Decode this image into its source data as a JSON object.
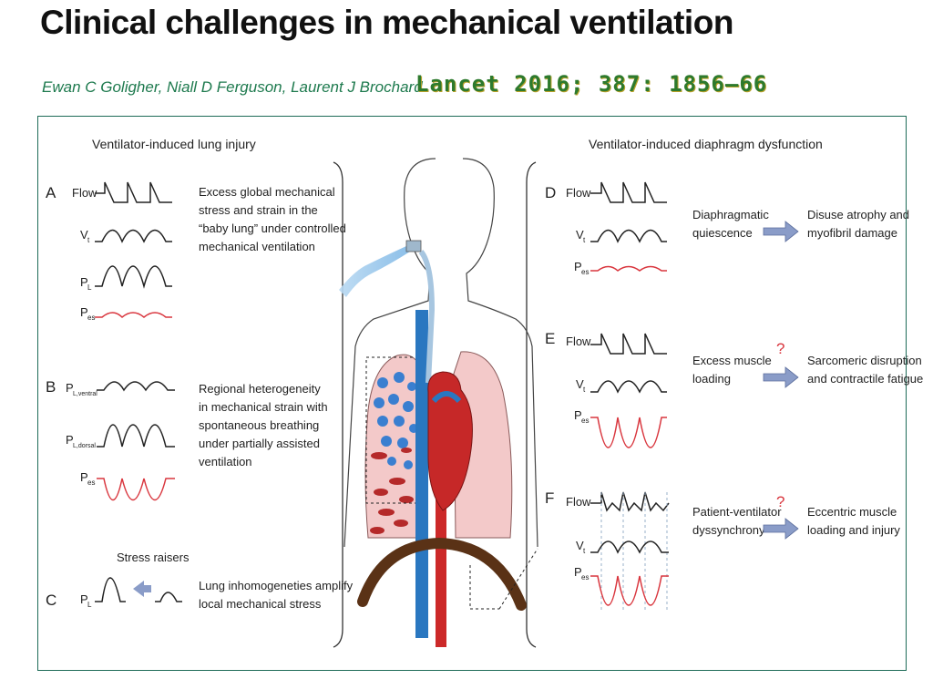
{
  "slide": {
    "title": "Clinical challenges in mechanical ventilation",
    "authors": "Ewan C Goligher, Niall D Ferguson, Laurent J Brochard",
    "citation": "Lancet 2016; 387: 1856–66"
  },
  "left": {
    "heading": "Ventilator-induced lung injury",
    "A": {
      "letter": "A",
      "labels": [
        "Flow",
        "V",
        "t",
        "P",
        "L",
        "P",
        "es"
      ],
      "text": [
        "Excess global mechanical",
        "stress and strain in the",
        "“baby lung” under controlled",
        "mechanical ventilation"
      ]
    },
    "B": {
      "letter": "B",
      "labels": [
        "P",
        "L,ventral",
        "P",
        "L,dorsal",
        "P",
        "es"
      ],
      "text": [
        "Regional heterogeneity",
        "in mechanical strain with",
        "spontaneous breathing",
        "under partially assisted",
        "ventilation"
      ]
    },
    "C": {
      "letter": "C",
      "stress_label": "Stress raisers",
      "labels": [
        "P",
        "L"
      ],
      "text": [
        "Lung inhomogeneties amplify",
        "local mechanical stress"
      ]
    }
  },
  "right": {
    "heading": "Ventilator-induced diaphragm dysfunction",
    "D": {
      "letter": "D",
      "labels": [
        "Flow",
        "V",
        "t",
        "P",
        "es"
      ],
      "cause": [
        "Diaphragmatic",
        "quiescence"
      ],
      "effect": [
        "Disuse atrophy and",
        "myofibril damage"
      ]
    },
    "E": {
      "letter": "E",
      "labels": [
        "Flow",
        "V",
        "t",
        "P",
        "es"
      ],
      "cause": [
        "Excess muscle",
        "loading"
      ],
      "question": "?",
      "effect": [
        "Sarcomeric disruption",
        "and contractile fatigue"
      ]
    },
    "F": {
      "letter": "F",
      "labels": [
        "Flow",
        "V",
        "t",
        "P",
        "es"
      ],
      "cause": [
        "Patient-ventilator",
        "dyssynchrony"
      ],
      "question": "?",
      "effect": [
        "Eccentric muscle",
        "loading and injury"
      ]
    }
  },
  "colors": {
    "pes_wave": "#d9363e",
    "arrow_fill": "#8a9cc8",
    "question": "#d9363e",
    "frame": "#1e6b57",
    "author_text": "#1e7a4e",
    "citation_text": "#2d7a2d",
    "lung_fill": "#f3c9c9",
    "alveoli_blue": "#3a7fd0",
    "alveoli_red": "#b52a2a",
    "diaphragm": "#5a3216",
    "airway_blue": "#2a77c0",
    "aorta_red": "#cc2929"
  }
}
